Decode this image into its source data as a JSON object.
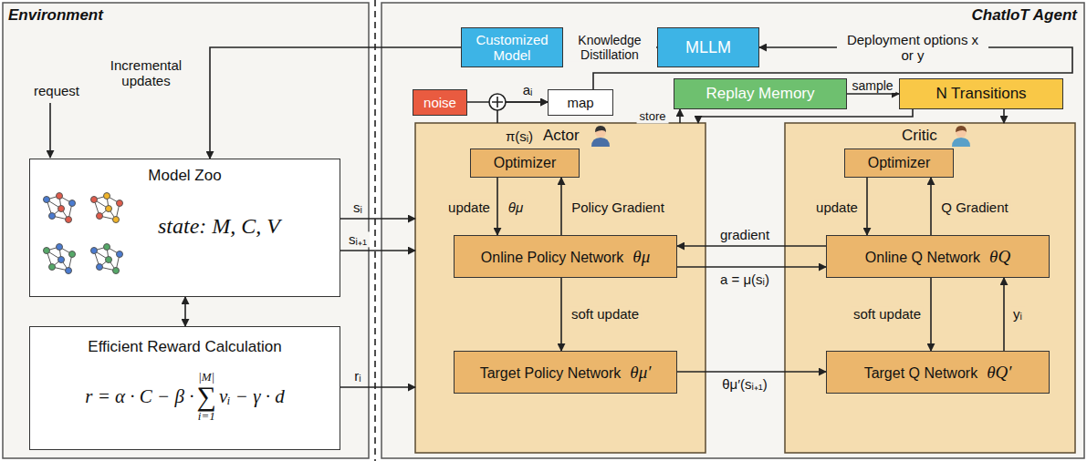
{
  "diagram": {
    "nodes": [
      {
        "text": [
          "Environment"
        ]
      },
      {
        "text": [
          "Model Zoo",
          "state: M, C, V"
        ],
        "in": 0
      },
      {
        "text": [
          "Efficient Reward Calculation",
          "r = α · C − β ·",
          "|M|",
          "∑",
          "i=1",
          "vᵢ − γ · d"
        ],
        "in": 0
      },
      {
        "text": [
          "ChatIoT Agent"
        ]
      },
      {
        "text": [
          "Customized Model"
        ],
        "in": 3
      },
      {
        "text": [
          "MLLM"
        ],
        "in": 3
      },
      {
        "text": [
          "noise"
        ],
        "in": 3
      },
      {
        "text": [
          "map"
        ],
        "in": 3
      },
      {
        "text": [
          "Replay Memory"
        ],
        "in": 3
      },
      {
        "text": [
          "N Transitions"
        ],
        "in": 3
      },
      {
        "text": [
          "Actor"
        ],
        "in": 3
      },
      {
        "text": [
          "Optimizer"
        ],
        "in": 10
      },
      {
        "text": [
          "Online Policy Network",
          "θμ"
        ],
        "in": 10
      },
      {
        "text": [
          "Target Policy Network",
          "θμ′"
        ],
        "in": 10
      },
      {
        "text": [
          "Critic"
        ],
        "in": 3
      },
      {
        "text": [
          "Optimizer"
        ],
        "in": 14
      },
      {
        "text": [
          "Online Q Network",
          "θQ"
        ],
        "in": 14
      },
      {
        "text": [
          "Target Q Network",
          "θQ′"
        ],
        "in": 14
      }
    ],
    "edges": [
      {
        "from": 1,
        "to": 10,
        "arrow": "to",
        "label": "sᵢ"
      },
      {
        "from": 1,
        "to": 10,
        "arrow": "to",
        "label": "sᵢ₊₁"
      },
      {
        "from": 2,
        "to": 10,
        "arrow": "to",
        "label": "rᵢ"
      },
      {
        "from": 1,
        "to": 2,
        "arrow": "both"
      },
      {
        "from": 4,
        "to": 1,
        "arrow": "to",
        "label": "Incremental updates"
      },
      {
        "from": 5,
        "to": 4,
        "arrow": "to",
        "label": "Knowledge Distillation"
      },
      {
        "from": 7,
        "to": 5,
        "arrow": "to",
        "label": "Deployment options x or y"
      },
      {
        "from": 6,
        "to": 7,
        "arrow": "to",
        "label": "aᵢ"
      },
      {
        "from": 10,
        "to": 7,
        "arrow": "to",
        "label": "π(sᵢ)"
      },
      {
        "from": 10,
        "to": 8,
        "arrow": "to",
        "label": "store"
      },
      {
        "from": 8,
        "to": 9,
        "arrow": "to",
        "label": "sample"
      },
      {
        "from": 9,
        "to": 10,
        "arrow": "to"
      },
      {
        "from": 9,
        "to": 14,
        "arrow": "to"
      },
      {
        "from": 11,
        "to": 12,
        "arrow": "to",
        "label": "update"
      },
      {
        "from": 12,
        "to": 11,
        "arrow": "to",
        "label": "Policy Gradient"
      },
      {
        "from": 12,
        "to": 13,
        "arrow": "to",
        "label": "soft update"
      },
      {
        "from": 15,
        "to": 16,
        "arrow": "to",
        "label": "update"
      },
      {
        "from": 16,
        "to": 15,
        "arrow": "to",
        "label": "Q Gradient"
      },
      {
        "from": 16,
        "to": 17,
        "arrow": "to",
        "label": "soft update"
      },
      {
        "from": 17,
        "to": 16,
        "arrow": "to",
        "label": "yᵢ"
      },
      {
        "from": 16,
        "to": 12,
        "arrow": "to",
        "label": "gradient"
      },
      {
        "from": 12,
        "to": 16,
        "arrow": "to",
        "label": "a = μ(sᵢ)"
      },
      {
        "from": 13,
        "to": 17,
        "arrow": "to",
        "label": "θμ′(sᵢ₊₁)"
      }
    ],
    "labels": [
      "request",
      "θμ"
    ]
  }
}
